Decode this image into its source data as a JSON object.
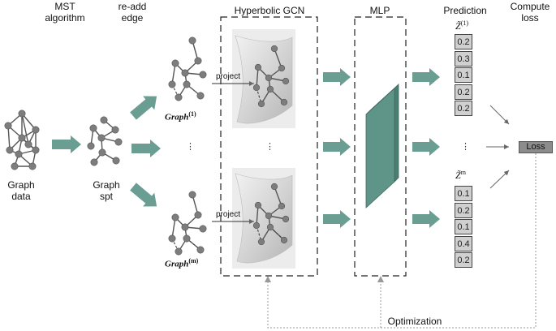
{
  "header": {
    "mst": "MST\nalgorithm",
    "readd": "re-add\nedge",
    "hgcn": "Hyperbolic GCN",
    "mlp": "MLP",
    "prediction": "Prediction",
    "compute_loss": "Compute\nloss"
  },
  "labels": {
    "graph_data": "Graph\ndata",
    "graph_spt": "Graph\nspt",
    "graph_1_base": "Graph",
    "graph_1_sup": "(1)",
    "graph_m_base": "Graph",
    "graph_m_sup": "(m)",
    "project_top": "project",
    "project_bottom": "project",
    "ellipsis_graphs": "⋮",
    "ellipsis_gcn": "⋮",
    "ellipsis_pred": "⋮",
    "z1_base": "Z̃",
    "z1_sup": "(1)",
    "zm_base": "Z̃",
    "zm_sup": "m",
    "loss": "Loss",
    "optimization": "Optimization"
  },
  "predictions": {
    "z1": [
      "0.2",
      "0.3",
      "0.1",
      "0.2",
      "0.2"
    ],
    "zm": [
      "0.1",
      "0.2",
      "0.1",
      "0.4",
      "0.2"
    ]
  },
  "colors": {
    "arrow_fill": "#6a9e92",
    "mlp_fill": "#5f9488",
    "node": "#7d7d7d",
    "edge": "#555555",
    "cell_fill": "#d0d0d0",
    "loss_fill": "#8c8c8c"
  }
}
